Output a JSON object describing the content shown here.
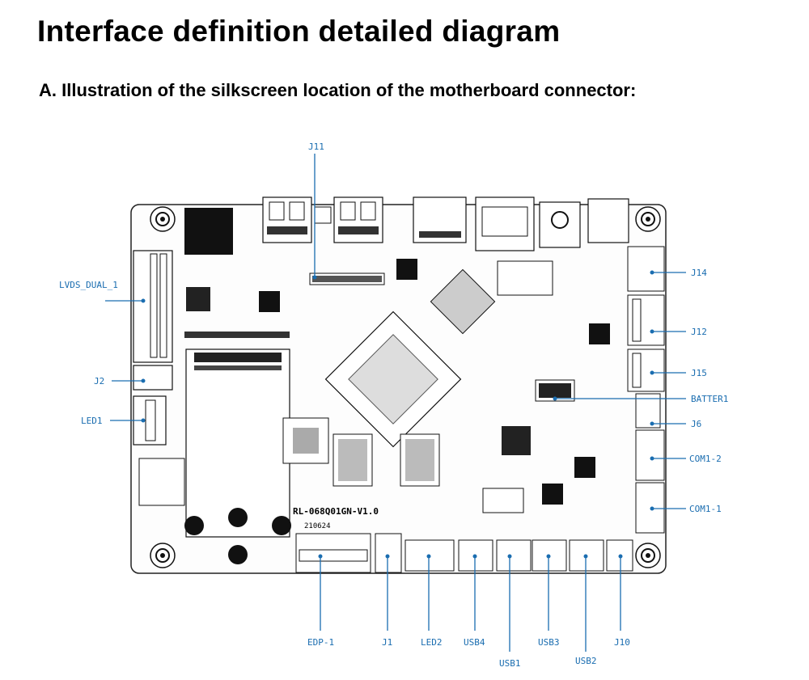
{
  "title": "Interface definition detailed diagram",
  "subtitle": "A. Illustration of the silkscreen location of the motherboard connector:",
  "board_silkscreen": {
    "model": "RL-068Q01GN-V1.0",
    "date": "210624"
  },
  "label_color": "#1a6db0",
  "connectors": {
    "J11": "J11",
    "LVDS_DUAL_1": "LVDS_DUAL_1",
    "J2": "J2",
    "LED1": "LED1",
    "J14": "J14",
    "J12": "J12",
    "J15": "J15",
    "BATTER1": "BATTER1",
    "J6": "J6",
    "COM1_2": "COM1-2",
    "COM1_1": "COM1-1",
    "EDP_1": "EDP-1",
    "J1": "J1",
    "LED2": "LED2",
    "USB4": "USB4",
    "USB1": "USB1",
    "USB3": "USB3",
    "USB2": "USB2",
    "J10": "J10"
  }
}
